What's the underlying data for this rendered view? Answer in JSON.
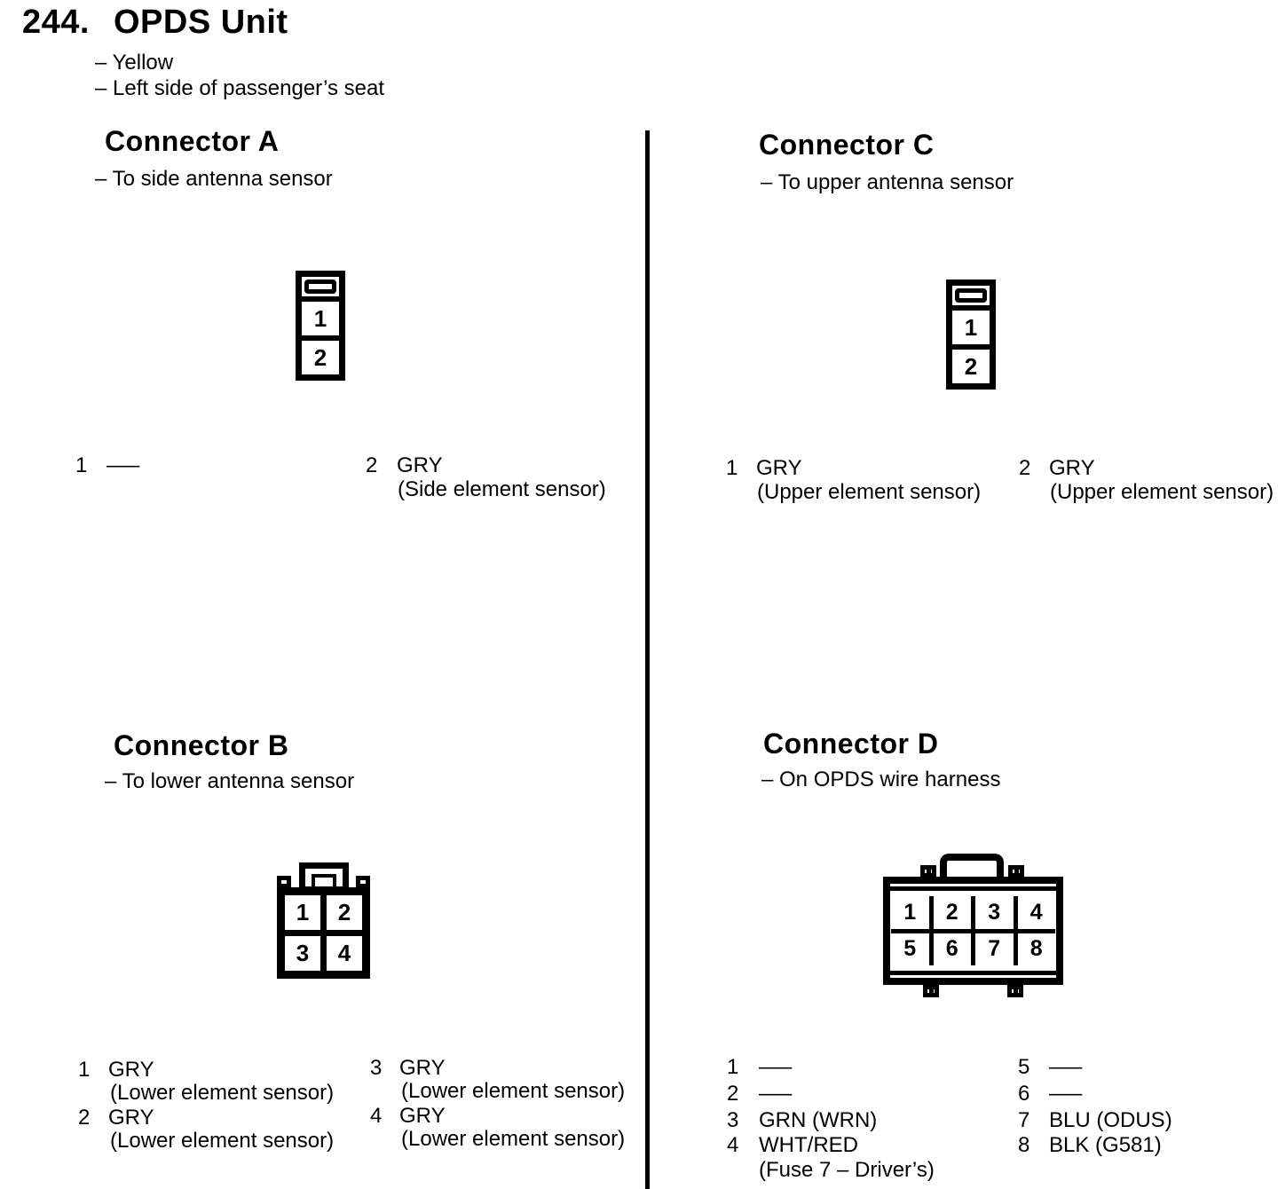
{
  "page": {
    "number_prefix": "244.",
    "title": "OPDS Unit",
    "notes": [
      "– Yellow",
      "– Left side of passenger’s seat"
    ]
  },
  "connector_a": {
    "title": "Connector A",
    "subtitle": "– To side antenna sensor",
    "pins": [
      {
        "num": "1",
        "wire": "—–",
        "note": ""
      },
      {
        "num": "2",
        "wire": "GRY",
        "note": "(Side element sensor)"
      }
    ]
  },
  "connector_b": {
    "title": "Connector B",
    "subtitle": "– To lower antenna sensor",
    "pins": [
      {
        "num": "1",
        "wire": "GRY",
        "note": "(Lower element sensor)"
      },
      {
        "num": "2",
        "wire": "GRY",
        "note": "(Lower element sensor)"
      },
      {
        "num": "3",
        "wire": "GRY",
        "note": "(Lower element sensor)"
      },
      {
        "num": "4",
        "wire": "GRY",
        "note": "(Lower element sensor)"
      }
    ]
  },
  "connector_c": {
    "title": "Connector C",
    "subtitle": "– To upper antenna sensor",
    "pins": [
      {
        "num": "1",
        "wire": "GRY",
        "note": "(Upper element sensor)"
      },
      {
        "num": "2",
        "wire": "GRY",
        "note": "(Upper element sensor)"
      }
    ]
  },
  "connector_d": {
    "title": "Connector D",
    "subtitle": "– On OPDS wire harness",
    "pins": [
      {
        "num": "1",
        "wire": "—–",
        "note": ""
      },
      {
        "num": "2",
        "wire": "—–",
        "note": ""
      },
      {
        "num": "3",
        "wire": "GRN (WRN)",
        "note": ""
      },
      {
        "num": "4",
        "wire": "WHT/RED",
        "note": "(Fuse 7 – Driver’s)"
      },
      {
        "num": "5",
        "wire": "—–",
        "note": ""
      },
      {
        "num": "6",
        "wire": "—–",
        "note": ""
      },
      {
        "num": "7",
        "wire": "BLU (ODUS)",
        "note": ""
      },
      {
        "num": "8",
        "wire": "BLK (G581)",
        "note": ""
      }
    ]
  },
  "colors": {
    "ink": "#000000",
    "paper": "#ffffff"
  }
}
